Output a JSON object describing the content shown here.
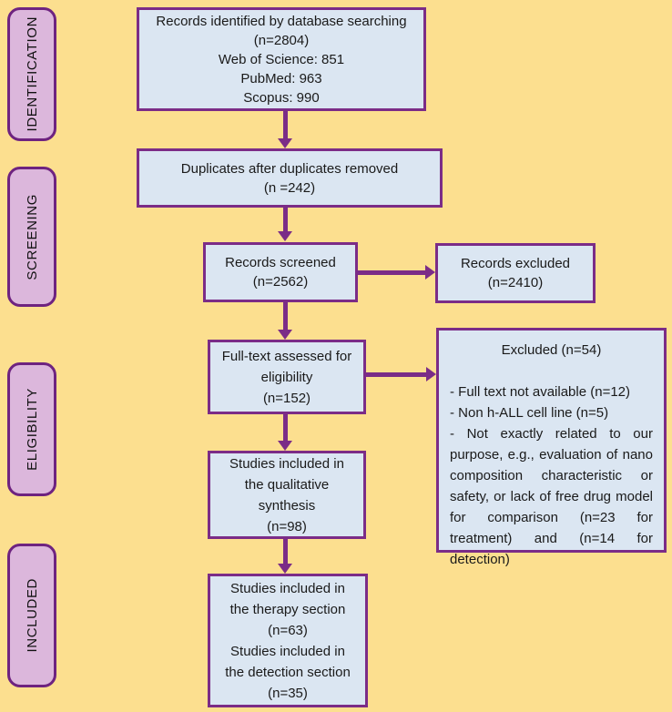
{
  "stages": [
    {
      "label": "IDENTIFICATION"
    },
    {
      "label": "SCREENING"
    },
    {
      "label": "ELIGIBILITY"
    },
    {
      "label": "INCLUDED"
    }
  ],
  "boxes": {
    "records_identified": {
      "lines": [
        "Records identified by database searching",
        "(n=2804)",
        "Web of Science: 851",
        "PubMed: 963",
        "Scopus: 990"
      ]
    },
    "duplicates_removed": {
      "lines": [
        "Duplicates after duplicates removed",
        "(n =242)"
      ]
    },
    "records_screened": {
      "lines": [
        "Records screened",
        "(n=2562)"
      ]
    },
    "records_excluded": {
      "lines": [
        "Records excluded",
        "(n=2410)"
      ]
    },
    "fulltext_assessed": {
      "lines": [
        "Full-text assessed for",
        "eligibility",
        "(n=152)"
      ]
    },
    "excluded_details": {
      "title": "Excluded (n=54)",
      "items": [
        "- Full text not available (n=12)",
        "- Non h-ALL cell line (n=5)",
        "- Not exactly related to our purpose, e.g., evaluation of nano composition characteristic or safety, or lack of free drug model for comparison (n=23 for treatment) and (n=14 for detection)"
      ]
    },
    "qualitative_synthesis": {
      "lines": [
        "Studies included in",
        "the qualitative",
        "synthesis",
        "(n=98)"
      ]
    },
    "therapy_detection": {
      "lines": [
        "Studies included in",
        "the therapy section",
        "(n=63)",
        "Studies included in",
        "the detection section",
        "(n=35)"
      ]
    }
  },
  "colors": {
    "background": "#fcdf8f",
    "box_fill": "#dbe6f2",
    "box_border": "#7b2c87",
    "stage_fill": "#dcb7dc",
    "stage_border": "#6e2380",
    "arrow": "#7b2c87",
    "text": "#1a1a1a"
  }
}
